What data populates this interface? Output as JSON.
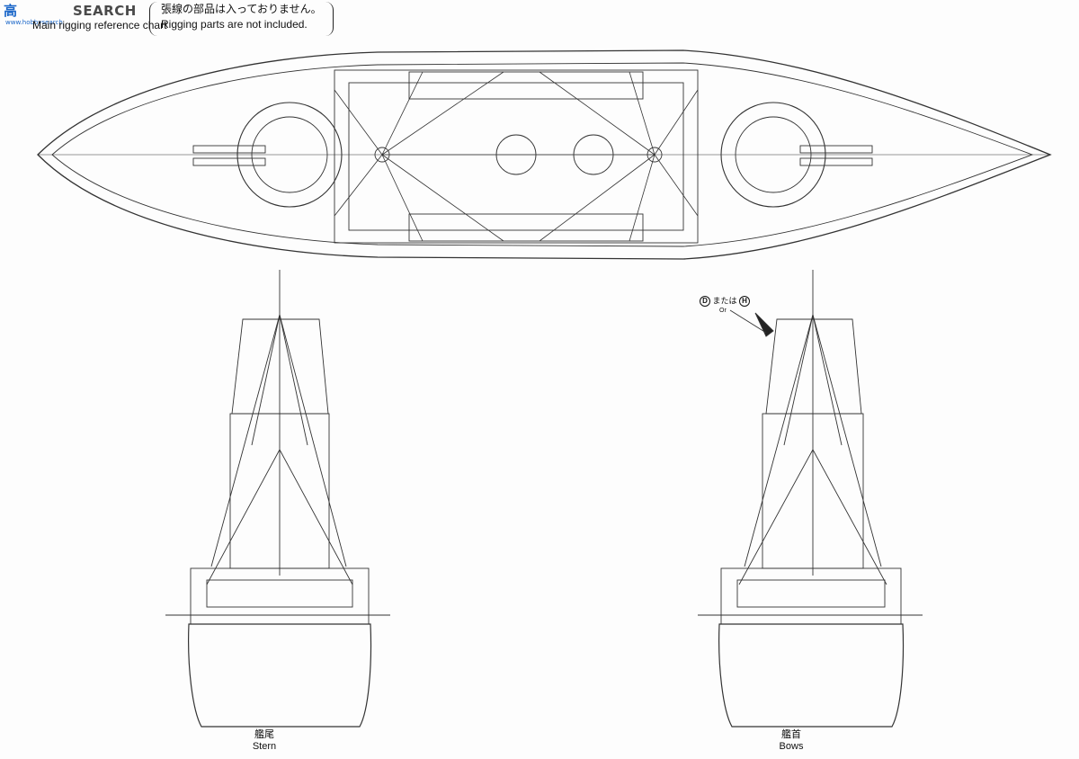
{
  "watermark": {
    "cn": "高",
    "en": "SEARCH",
    "sub": "www.hobbysearch"
  },
  "header": {
    "title_en": "Main rigging reference chart",
    "note_jp": "張線の部品は入っておりません。",
    "note_en": "Rigging parts are not included."
  },
  "views": {
    "stern": {
      "label_jp": "艦尾",
      "label_en": "Stern"
    },
    "bows": {
      "label_jp": "艦首",
      "label_en": "Bows"
    }
  },
  "callout": {
    "part_a": "D",
    "or_jp": "または",
    "part_b": "H",
    "or_en": "Or"
  },
  "colors": {
    "line": "#333333",
    "accent": "#1a66c8"
  }
}
